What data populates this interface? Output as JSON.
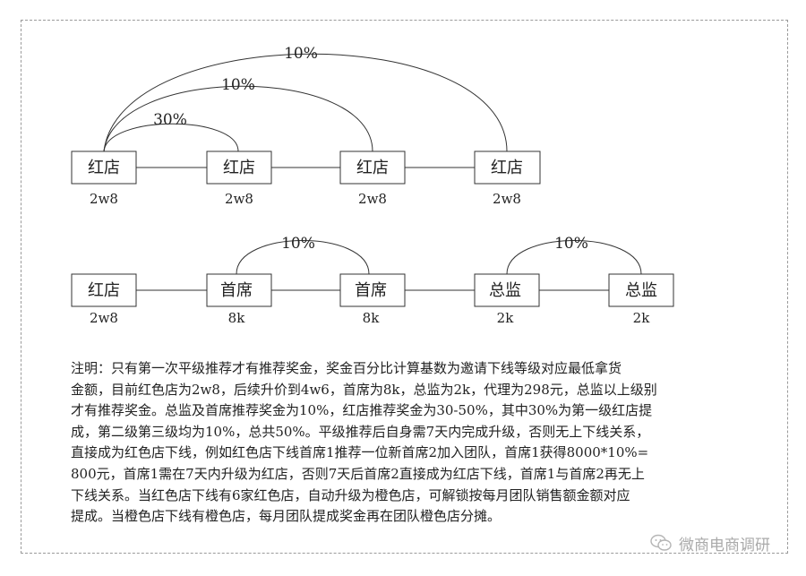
{
  "diagram_top": {
    "nodes": [
      {
        "label": "红店",
        "value": "2w8"
      },
      {
        "label": "红店",
        "value": "2w8"
      },
      {
        "label": "红店",
        "value": "2w8"
      },
      {
        "label": "红店",
        "value": "2w8"
      }
    ],
    "arcs": [
      {
        "label": "30%",
        "to_node": 2
      },
      {
        "label": "10%",
        "to_node": 3
      },
      {
        "label": "10%",
        "to_node": 4
      }
    ]
  },
  "diagram_bottom": {
    "nodes": [
      {
        "label": "红店",
        "value": "2w8"
      },
      {
        "label": "首席",
        "value": "8k"
      },
      {
        "label": "首席",
        "value": "8k"
      },
      {
        "label": "总监",
        "value": "2k"
      },
      {
        "label": "总监",
        "value": "2k"
      }
    ],
    "arcs": [
      {
        "label": "10%",
        "from_node": 2,
        "to_node": 3
      },
      {
        "label": "10%",
        "from_node": 4,
        "to_node": 5
      }
    ]
  },
  "note_lines": [
    "注明：只有第一次平级推荐才有推荐奖金，奖金百分比计算基数为邀请下线等级对应最低拿货",
    "金额，目前红色店为2w8，后续升价到4w6，首席为8k，总监为2k，代理为298元，总监以上级别",
    "才有推荐奖金。总监及首席推荐奖金为10%，红店推荐奖金为30-50%，其中30%为第一级红店提",
    "成，第二级第三级均为10%，总共50%。平级推荐后自身需7天内完成升级，否则无上下线关系，",
    "直接成为红色店下线，例如红色店下线首席1推荐一位新首席2加入团队，首席1获得8000*10%=",
    "800元，首席1需在7天内升级为红店，否则7天后首席2直接成为红店下线，首席1与首席2再无上",
    "下线关系。当红色店下线有6家红色店，自动升级为橙色店，可解锁按每月团队销售额金额对应",
    "提成。当橙色店下线有橙色店，每月团队提成奖金再在团队橙色店分摊。"
  ],
  "watermark": {
    "text": "微商电商调研",
    "icon": "wechat-icon"
  }
}
